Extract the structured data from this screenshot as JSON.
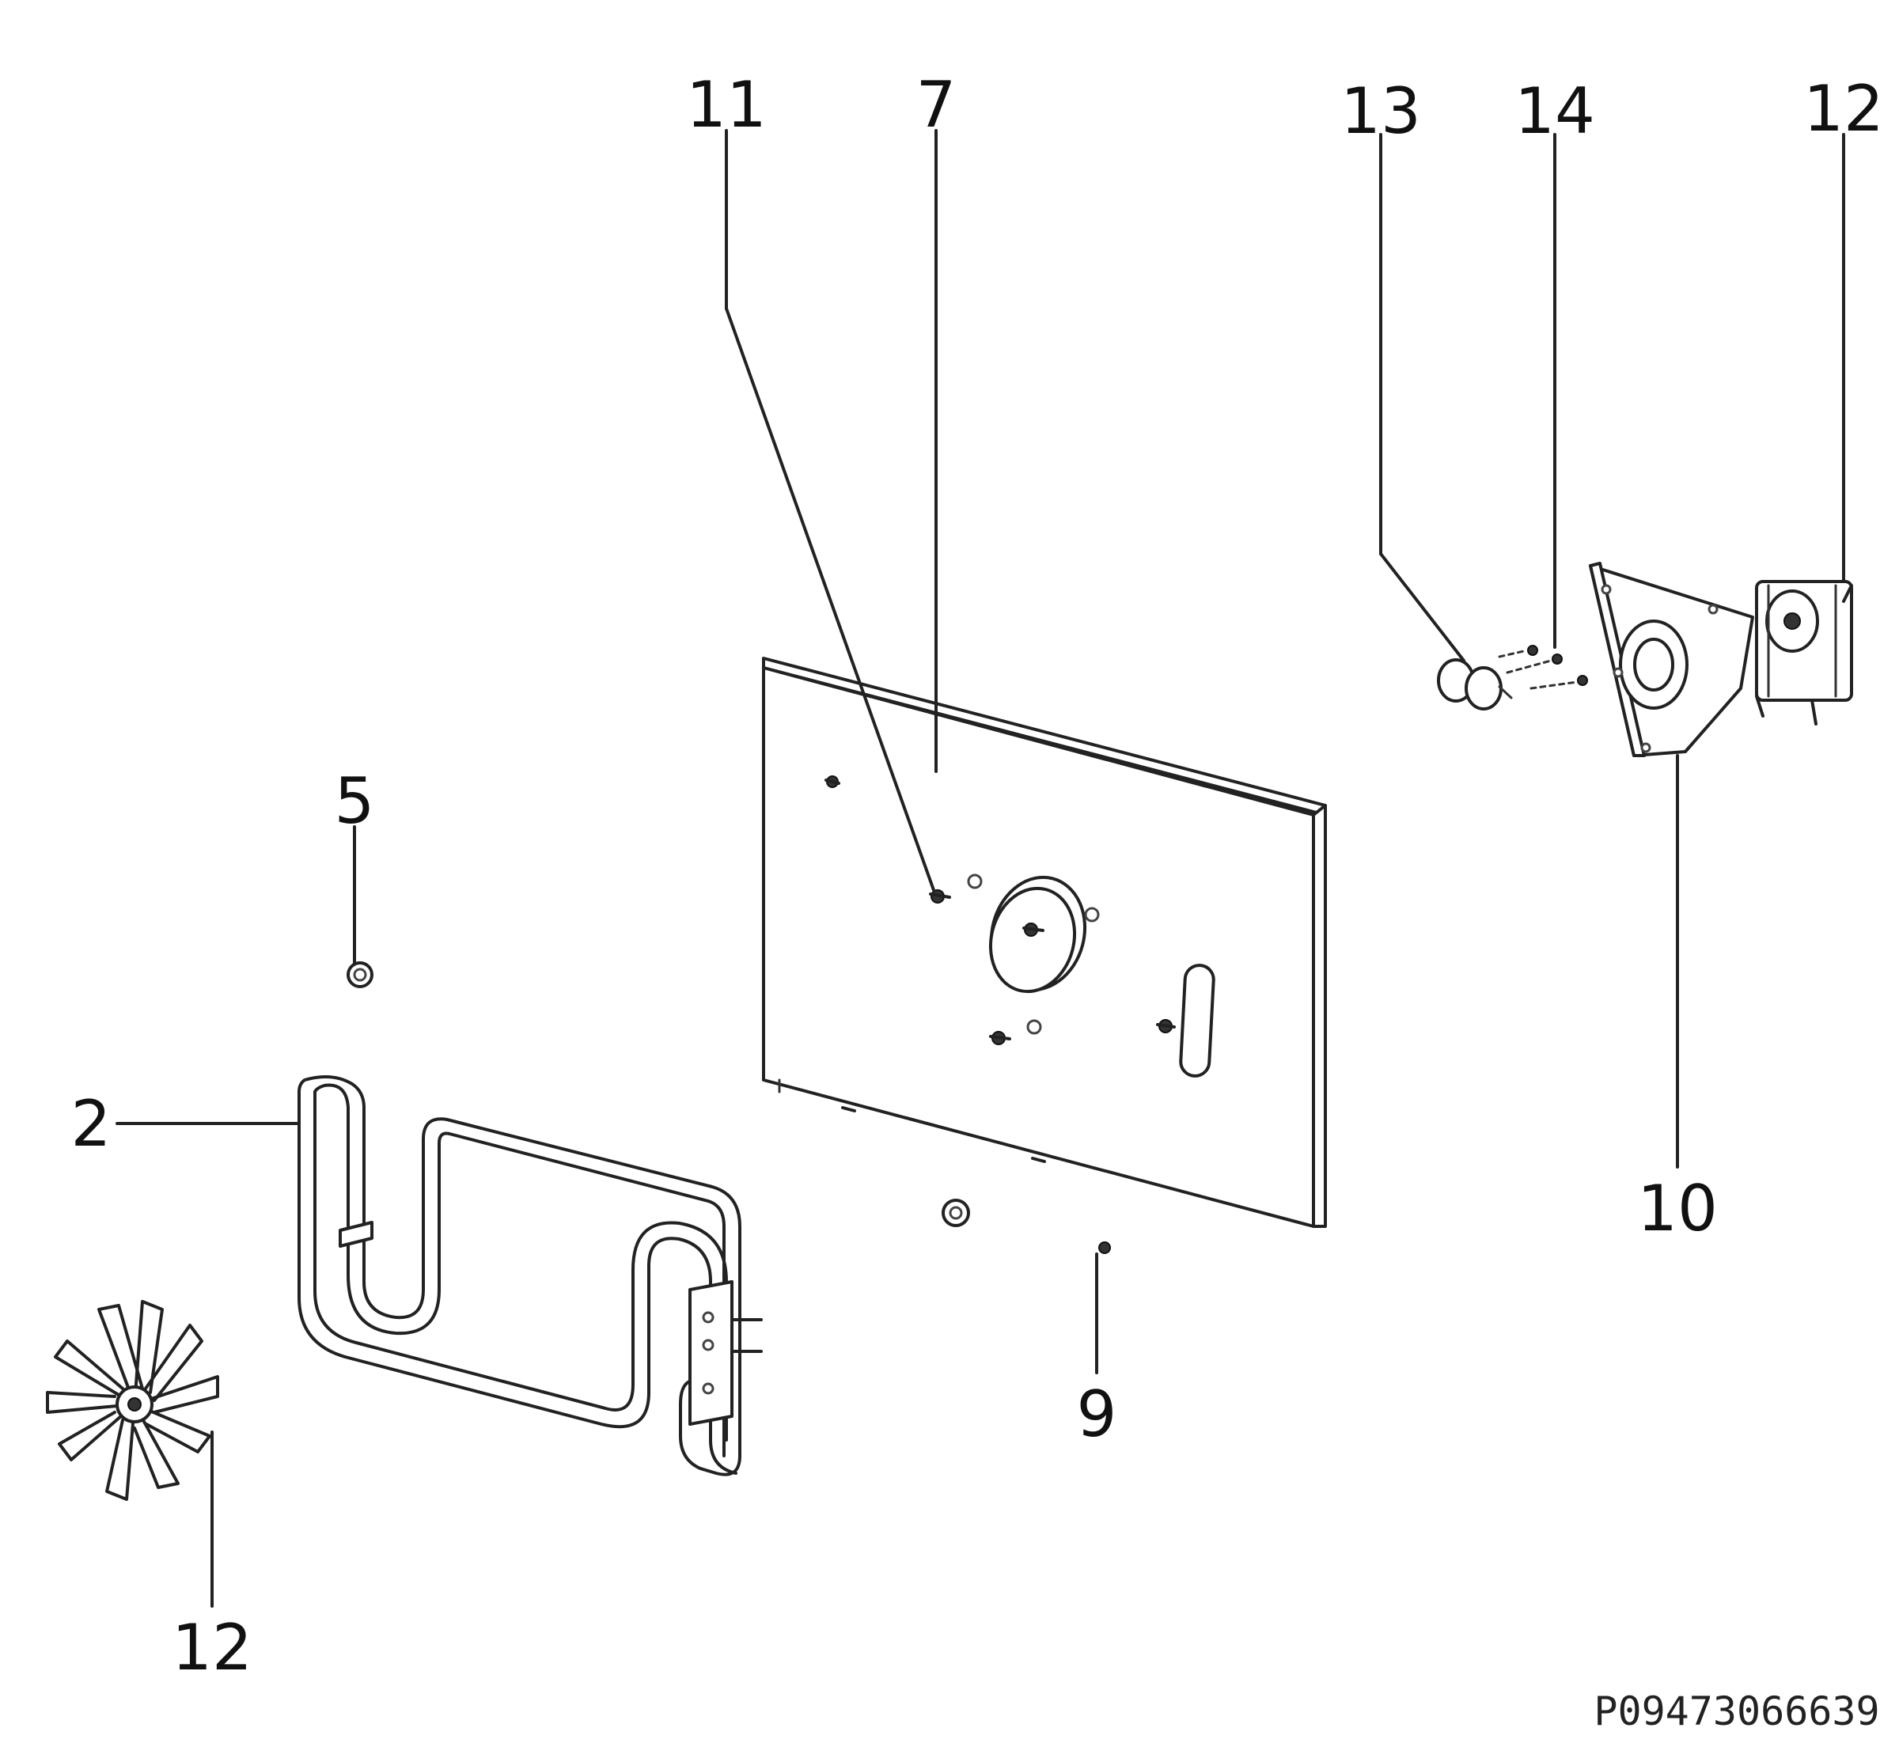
{
  "callouts": {
    "item_11": "11",
    "item_7": "7",
    "item_13": "13",
    "item_14": "14",
    "item_12_top": "12",
    "item_5": "5",
    "item_2": "2",
    "item_9": "9",
    "item_10": "10",
    "item_12_bottom": "12"
  },
  "diagram_code": "P09473066639"
}
